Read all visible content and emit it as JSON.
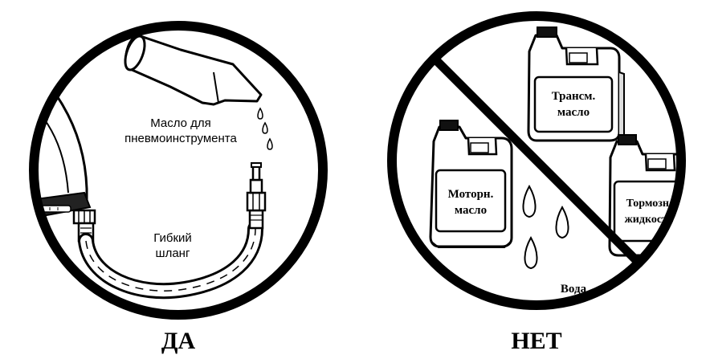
{
  "yes_panel": {
    "caption": "ДА",
    "oil_label_line1": "Масло для",
    "oil_label_line2": "пневмоинструмента",
    "hose_label_line1": "Гибкий",
    "hose_label_line2": "шланг"
  },
  "no_panel": {
    "caption": "НЕТ",
    "transmission_line1": "Трансм.",
    "transmission_line2": "масло",
    "motor_line1": "Моторн.",
    "motor_line2": "масло",
    "brake_line1": "Тормозн.",
    "brake_line2": "жидкость",
    "water_label": "Вода"
  },
  "colors": {
    "stroke": "#000000",
    "fill": "#ffffff",
    "shadow": "#222222"
  }
}
